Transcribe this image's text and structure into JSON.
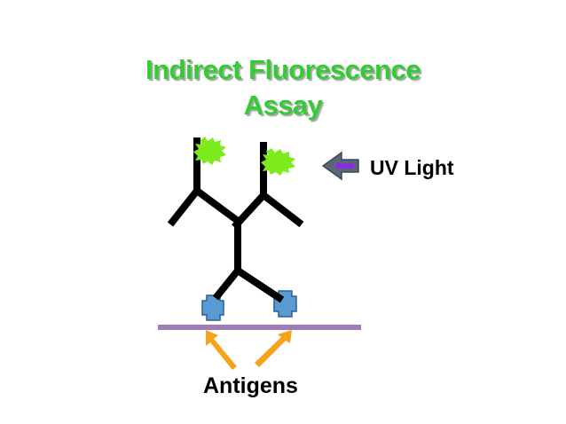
{
  "title": {
    "line1": "Indirect Fluorescence",
    "line2": "Assay"
  },
  "uv_label": "UV Light",
  "antigens_label": "Antigens",
  "colors": {
    "title_green": "#33cc33",
    "antibody_black": "#000000",
    "fluorophore_green": "#7dea1c",
    "antigen_blue": "#5b9bd5",
    "antigen_border": "#2e5f8f",
    "membrane_purple": "#9e7cb8",
    "arrow_orange": "#f5a31a",
    "uv_arrow_gray": "#5a6577",
    "uv_arrow_purple": "#8a2be2"
  },
  "icons": {
    "uv_arrow": "left-arrow-icon",
    "antigen": "antigen-icon",
    "fluorophore": "fluorophore-burst-icon"
  }
}
